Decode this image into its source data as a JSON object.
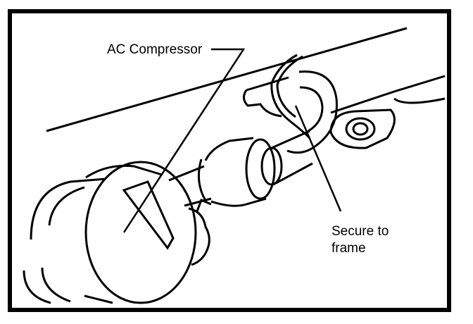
{
  "diagram": {
    "labels": {
      "compressor": "AC Compressor",
      "secure_line1": "Secure to",
      "secure_line2": "frame"
    },
    "colors": {
      "ink": "#000000",
      "paper": "#ffffff"
    }
  }
}
